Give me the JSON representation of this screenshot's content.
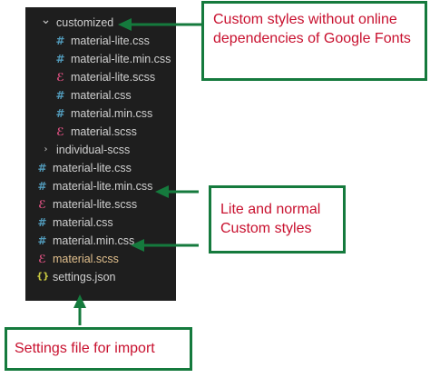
{
  "explorer": {
    "items": [
      {
        "label": "customized",
        "icon": "chevron-down-icon",
        "depth": 1,
        "kind": "folder-open"
      },
      {
        "label": "material-lite.css",
        "icon": "css-hash-icon",
        "depth": 2,
        "kind": "css"
      },
      {
        "label": "material-lite.min.css",
        "icon": "css-hash-icon",
        "depth": 2,
        "kind": "css"
      },
      {
        "label": "material-lite.scss",
        "icon": "sass-icon",
        "depth": 2,
        "kind": "scss"
      },
      {
        "label": "material.css",
        "icon": "css-hash-icon",
        "depth": 2,
        "kind": "css"
      },
      {
        "label": "material.min.css",
        "icon": "css-hash-icon",
        "depth": 2,
        "kind": "css"
      },
      {
        "label": "material.scss",
        "icon": "sass-icon",
        "depth": 2,
        "kind": "scss"
      },
      {
        "label": "individual-scss",
        "icon": "chevron-right-icon",
        "depth": 1,
        "kind": "folder-closed"
      },
      {
        "label": "material-lite.css",
        "icon": "css-hash-icon",
        "depth": 0,
        "kind": "css"
      },
      {
        "label": "material-lite.min.css",
        "icon": "css-hash-icon",
        "depth": 0,
        "kind": "css"
      },
      {
        "label": "material-lite.scss",
        "icon": "sass-icon",
        "depth": 0,
        "kind": "scss"
      },
      {
        "label": "material.css",
        "icon": "css-hash-icon",
        "depth": 0,
        "kind": "css"
      },
      {
        "label": "material.min.css",
        "icon": "css-hash-icon",
        "depth": 0,
        "kind": "css"
      },
      {
        "label": "material.scss",
        "icon": "sass-icon",
        "depth": 0,
        "kind": "scss",
        "modified": true
      },
      {
        "label": "settings.json",
        "icon": "json-braces-icon",
        "depth": 0,
        "kind": "json"
      }
    ]
  },
  "callouts": {
    "custom_styles": "Custom styles without online dependencies of Google Fonts",
    "lite_normal": "Lite and normal Custom styles",
    "settings": "Settings file for import"
  },
  "colors": {
    "panel_bg": "#1e1e1e",
    "callout_border": "#157a3d",
    "callout_text": "#c8102e",
    "arrow": "#157a3d",
    "css_icon": "#519aba",
    "scss_icon": "#d9507f",
    "json_icon": "#cbcb41",
    "modified_text": "#e2c08d"
  }
}
